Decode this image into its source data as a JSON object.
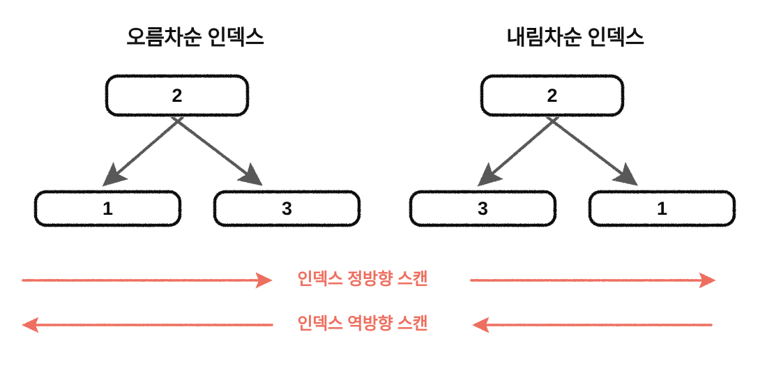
{
  "diagram": {
    "title_left": "오름차순 인덱스",
    "title_right": "내림차순 인덱스",
    "colors": {
      "node_border": "#111111",
      "node_text": "#0d0d0d",
      "connector": "#595959",
      "scan_accent": "#ee6e5e",
      "background": "#ffffff"
    }
  },
  "trees": {
    "ascending": {
      "title": "오름차순 인덱스",
      "root": "2",
      "children": [
        "1",
        "3"
      ]
    },
    "descending": {
      "title": "내림차순 인덱스",
      "root": "2",
      "children": [
        "3",
        "1"
      ]
    }
  },
  "nodes": {
    "root_left": "2",
    "left_child_left": "1",
    "left_child_right": "3",
    "root_right": "2",
    "right_child_left": "3",
    "right_child_right": "1"
  },
  "scan_rows": {
    "forward": {
      "label": "인덱스 정방향 스캔",
      "left_direction": "right",
      "right_direction": "right"
    },
    "backward": {
      "label": "인덱스 역방향 스캔",
      "left_direction": "left",
      "right_direction": "left"
    }
  }
}
